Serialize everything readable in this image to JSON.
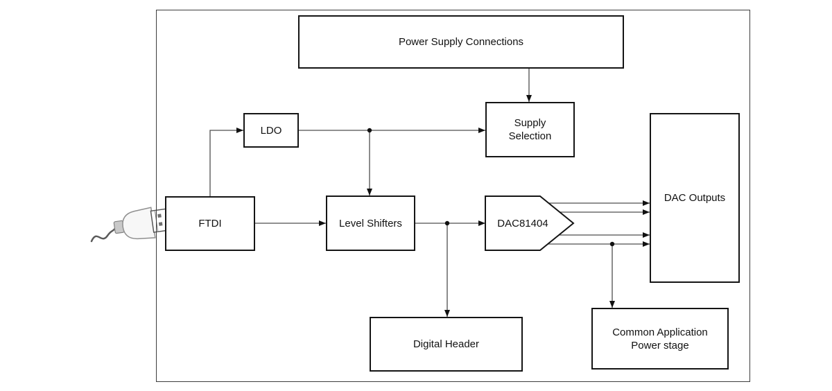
{
  "diagram": {
    "nodes": {
      "power_supply_connections": {
        "label": "Power Supply Connections"
      },
      "ldo": {
        "label": "LDO"
      },
      "supply_selection": {
        "line1": "Supply",
        "line2": "Selection"
      },
      "ftdi": {
        "label": "FTDI"
      },
      "level_shifters": {
        "label": "Level Shifters"
      },
      "dac81404": {
        "label": "DAC81404"
      },
      "dac_outputs": {
        "label": "DAC Outputs"
      },
      "digital_header": {
        "label": "Digital Header"
      },
      "common_application": {
        "line1": "Common Application",
        "line2": "Power stage"
      }
    },
    "icons": {
      "usb_plug": "usb-plug-icon"
    },
    "connections": [
      {
        "from": "ftdi",
        "to": "ldo"
      },
      {
        "from": "ldo",
        "to": "supply_selection"
      },
      {
        "from": "ldo",
        "to": "level_shifters"
      },
      {
        "from": "power_supply_connections",
        "to": "supply_selection"
      },
      {
        "from": "ftdi",
        "to": "level_shifters"
      },
      {
        "from": "level_shifters",
        "to": "dac81404"
      },
      {
        "from": "level_shifters",
        "to": "digital_header"
      },
      {
        "from": "dac81404",
        "to": "dac_outputs",
        "count": 4
      },
      {
        "from": "dac81404",
        "to": "common_application"
      },
      {
        "from": "usb_plug",
        "to": "ftdi"
      }
    ],
    "colors": {
      "line": "#4d4d4d",
      "box_border": "#141414",
      "arrowhead": "#111111",
      "background": "#ffffff"
    }
  }
}
